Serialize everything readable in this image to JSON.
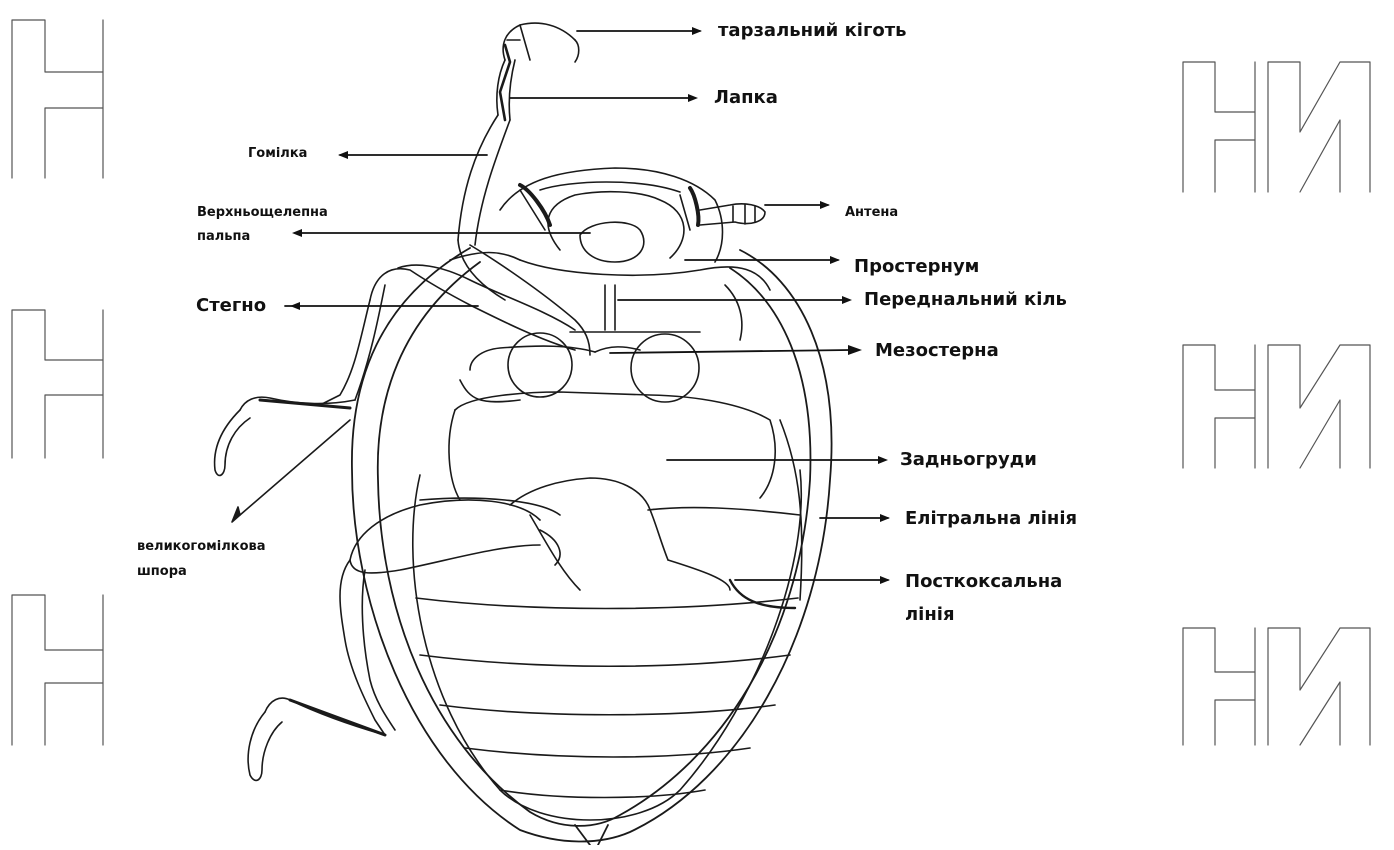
{
  "labels": {
    "tarsal_claw": "тарзальний кіготь",
    "tarsus": "Лапка",
    "tibia": "Гомілка",
    "maxillary_palp_line1": "Верхньощелепна",
    "maxillary_palp_line2": "пальпа",
    "antenna": "Антена",
    "prosternum": "Простернум",
    "femur": "Стегно",
    "prosternal_keel": "Передналь­ний кіль",
    "mesosterna": "Мезостерна",
    "metasternum": "Задньогруди",
    "elytral_line": "Елітральна лінія",
    "tibial_spur_line1": "великогомілкова",
    "tibial_spur_line2": "шпора",
    "postcoxal_line1": "Посткоксальна",
    "postcoxal_line2": "лінія"
  },
  "watermark": {
    "left": "Н",
    "right": "НИ"
  },
  "colors": {
    "ink": "#111111",
    "watermark": "#555555"
  }
}
